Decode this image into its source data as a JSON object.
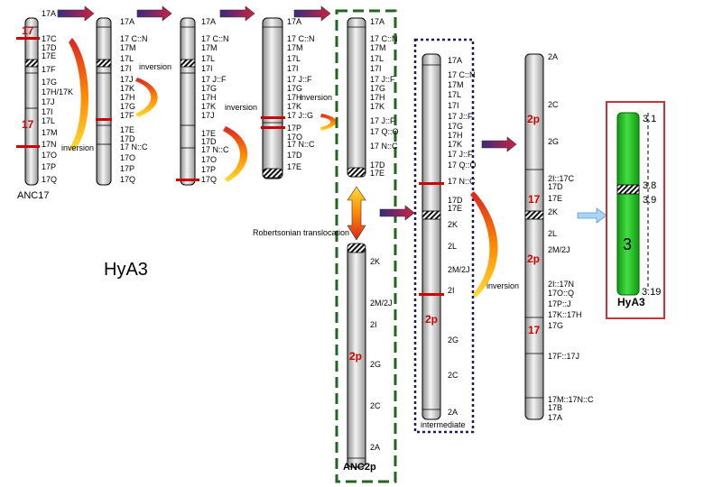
{
  "colors": {
    "red": "#cc0000",
    "green": "#22bb22",
    "green_border": "#006600",
    "dash_green": "#226622",
    "dot_blue": "#1a1a66",
    "box_red": "#cc3333"
  },
  "stage1": {
    "num": "17",
    "num_bottom": "17",
    "anc": "ANC17",
    "inv": "inversion",
    "labels": [
      "17A",
      "17C",
      "17D",
      "17E",
      "17F",
      "17G",
      "17H/17K",
      "17J",
      "17I",
      "17L",
      "17M",
      "17N",
      "17O",
      "17P",
      "17Q"
    ]
  },
  "stage2": {
    "inv": "inversion",
    "labels": [
      "17A",
      "17 C::N",
      "17M",
      "17L",
      "17I",
      "17J",
      "17K",
      "17H",
      "17G",
      "17F",
      "17E",
      "17D",
      "17 N::C",
      "17O",
      "17P",
      "17Q"
    ]
  },
  "stage3": {
    "inv": "inversion",
    "labels": [
      "17A",
      "17 C::N",
      "17M",
      "17L",
      "17I",
      "17 J::F",
      "17G",
      "17H",
      "17K",
      "17J",
      "17E",
      "17D",
      "17 N::C",
      "17O",
      "17P",
      "17Q"
    ]
  },
  "stage4": {
    "inv": "inversion",
    "labels": [
      "17A",
      "17 C::N",
      "17M",
      "17L",
      "17I",
      "17 J::F",
      "17G",
      "17H",
      "17K",
      "17 J::G",
      "17P",
      "17O",
      "17 N::C",
      "17D",
      "17E"
    ]
  },
  "anc2p": {
    "title": "ANC2p",
    "num": "2p",
    "top_labels": [
      "17A",
      "17 C::N",
      "17M",
      "17L",
      "17I",
      "17 J::F",
      "17G",
      "17H",
      "17K",
      "17 J::F",
      "17 Q::O",
      "17 N::C",
      "17D",
      "17E"
    ],
    "bottom_labels": [
      "2K",
      "2M/2J",
      "2I",
      "2G",
      "2C",
      "2A"
    ]
  },
  "robertsonian": "Robertsonian translocation",
  "hya3_title": "HyA3",
  "intermediate": {
    "title": "intermediate",
    "num": "2p",
    "inv": "inversion",
    "labels": [
      "17A",
      "17 C::N",
      "17M",
      "17L",
      "17I",
      "17 J::F",
      "17G",
      "17H",
      "17K",
      "17 J::F",
      "17 Q::O",
      "17 N::C",
      "17D",
      "17E",
      "2K",
      "2L",
      "2M/2J",
      "2I",
      "2G",
      "2C",
      "2A"
    ]
  },
  "final": {
    "num": "2p",
    "num17a": "17",
    "num17b": "17",
    "labels": [
      "2A",
      "2C",
      "2G",
      "2I::17C",
      "17D",
      "17E",
      "2K",
      "2L",
      "2M/2J",
      "2I::17N",
      "17O::Q",
      "17P::J",
      "17K::17H",
      "17G",
      "17F::17J",
      "17M::17N::C",
      "17B",
      "17A"
    ]
  },
  "hya3_box": {
    "b1": "3.1",
    "b2": "3.8",
    "b3": "3.9",
    "b4": "3.19",
    "num": "3",
    "name": "HyA3"
  }
}
